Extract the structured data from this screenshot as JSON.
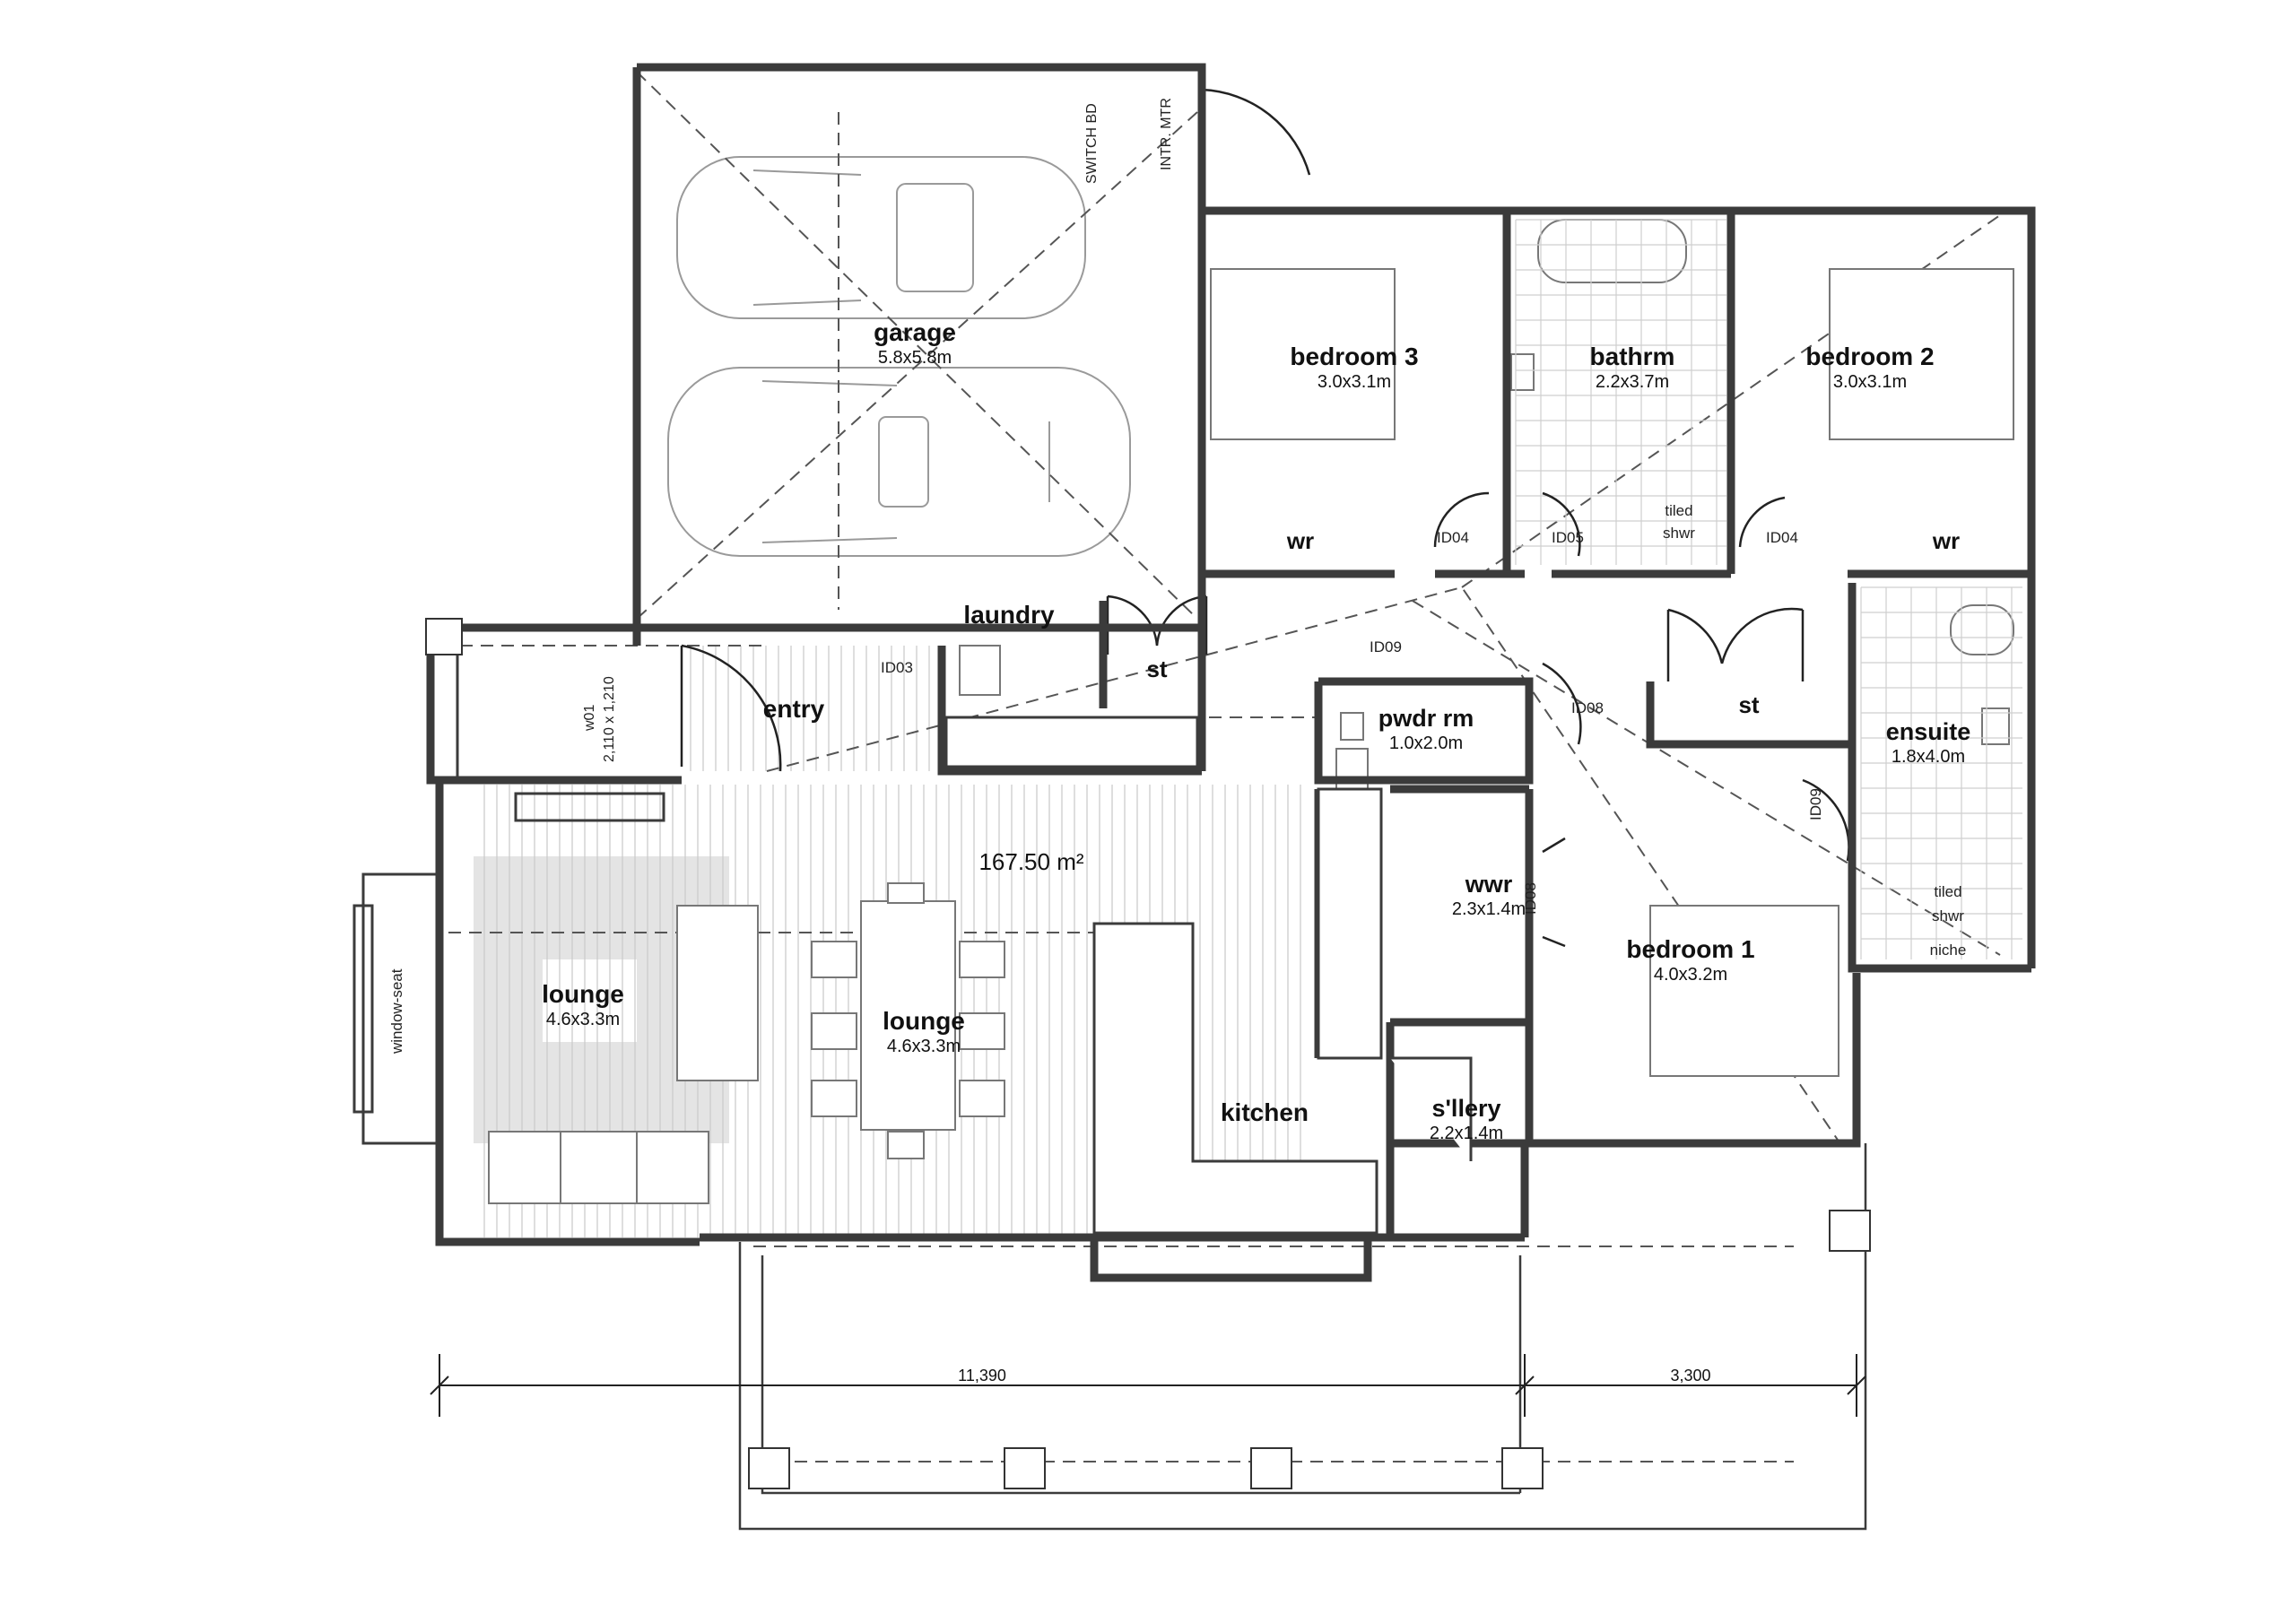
{
  "plan": {
    "total_area": "167.50 m²",
    "rooms": {
      "garage": {
        "name": "garage",
        "size": "5.8x5.8m"
      },
      "bedroom3": {
        "name": "bedroom 3",
        "size": "3.0x3.1m"
      },
      "bathrm": {
        "name": "bathrm",
        "size": "2.2x3.7m"
      },
      "bedroom2": {
        "name": "bedroom 2",
        "size": "3.0x3.1m"
      },
      "laundry": {
        "name": "laundry"
      },
      "entry": {
        "name": "entry"
      },
      "pwdr": {
        "name": "pwdr rm",
        "size": "1.0x2.0m"
      },
      "ensuite": {
        "name": "ensuite",
        "size": "1.8x4.0m"
      },
      "wwr": {
        "name": "wwr",
        "size": "2.3x1.4m"
      },
      "bedroom1": {
        "name": "bedroom 1",
        "size": "4.0x3.2m"
      },
      "lounge_left": {
        "name": "lounge",
        "size": "4.6x3.3m"
      },
      "lounge_center": {
        "name": "lounge",
        "size": "4.6x3.3m"
      },
      "kitchen": {
        "name": "kitchen"
      },
      "scullery": {
        "name": "s'llery",
        "size": "2.2x1.4m"
      }
    },
    "labels": {
      "wr_left": "wr",
      "wr_right": "wr",
      "st_laundry": "st",
      "st_hall": "st",
      "tiled1": "tiled",
      "shwr1": "shwr",
      "tiled2": "tiled",
      "shwr2": "shwr",
      "niche": "niche",
      "switch_bd": "SWITCH BD",
      "intr_mtr": "INTR. MTR",
      "window_seat": "window-seat",
      "w01": "w01",
      "w01_size": "2,110 x 1,210",
      "id03": "ID03",
      "id04a": "ID04",
      "id05": "ID05",
      "id04b": "ID04",
      "id09a": "ID09",
      "id08a": "ID08",
      "id09b": "ID09",
      "id08b": "ID08"
    },
    "dimensions": {
      "left": "11,390",
      "right": "3,300"
    }
  }
}
